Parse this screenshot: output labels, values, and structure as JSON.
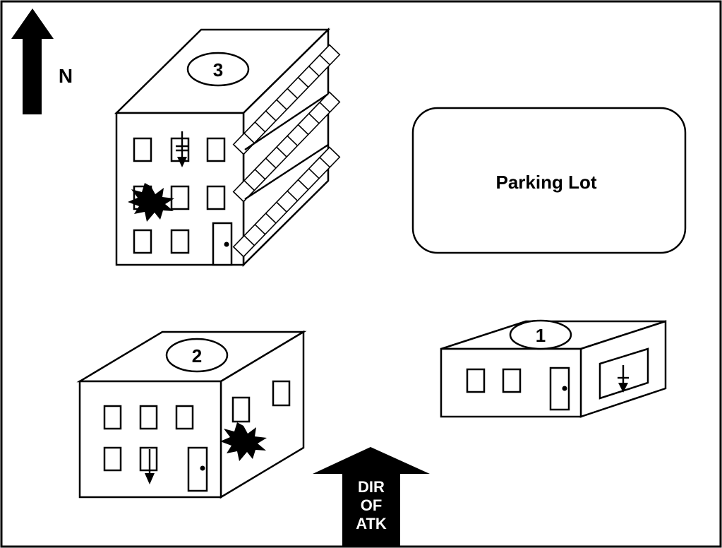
{
  "compass": {
    "label": "N"
  },
  "parking_lot": {
    "label": "Parking Lot"
  },
  "buildings": [
    {
      "number": "1"
    },
    {
      "number": "2"
    },
    {
      "number": "3"
    }
  ],
  "attack_arrow": {
    "line1": "DIR",
    "line2": "OF",
    "line3": "ATK"
  },
  "colors": {
    "ink": "#000000",
    "paper": "#ffffff"
  }
}
